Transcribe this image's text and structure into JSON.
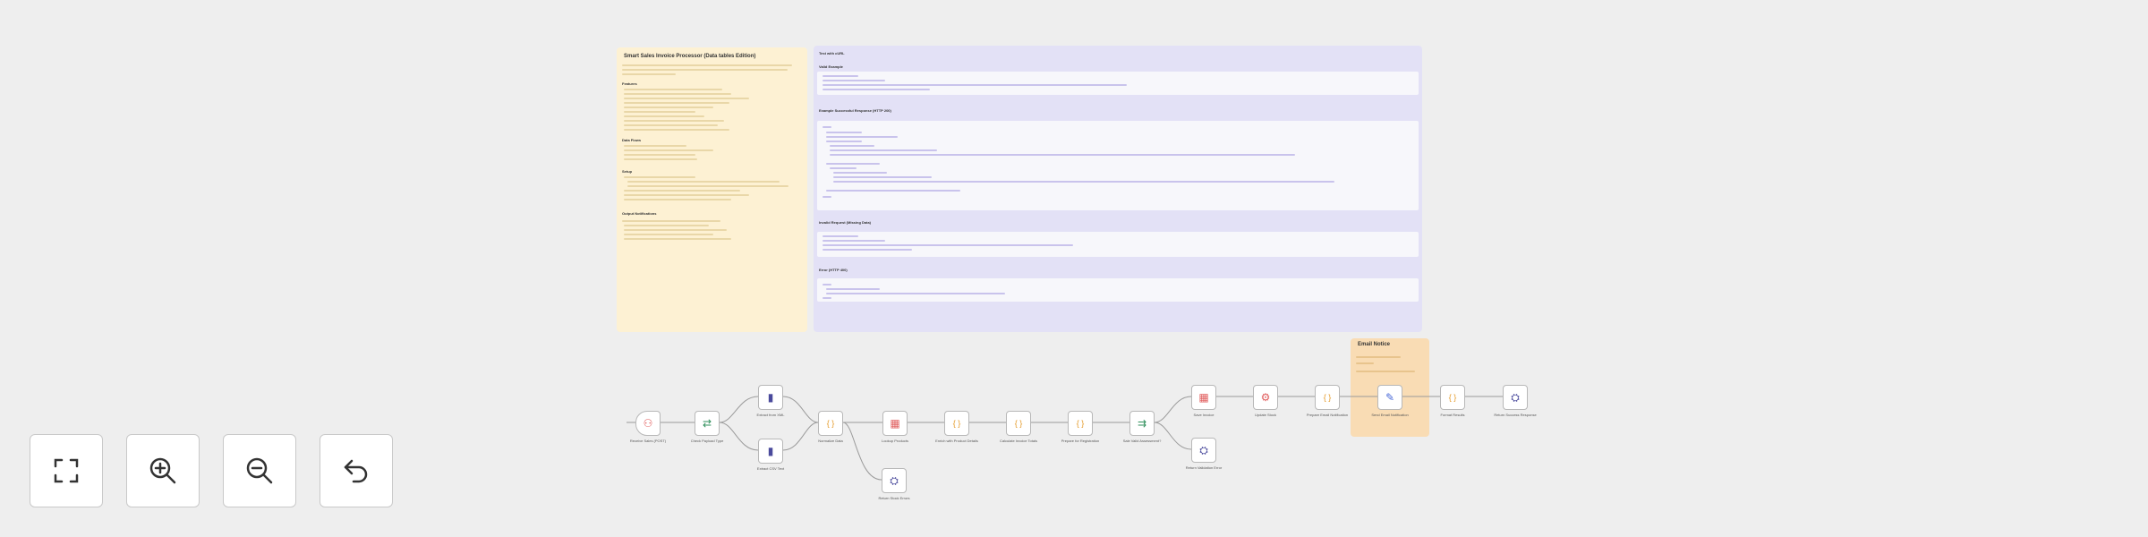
{
  "sticky_left": {
    "title": "Smart Sales Invoice Processor (Data tables Edition)",
    "features_heading": "Features",
    "flow_heading": "Data Flows",
    "setup_heading": "Setup",
    "notify_heading": "Output Notifications"
  },
  "sticky_right": {
    "test_heading": "Test with cURL",
    "valid_heading": "Valid Example",
    "response_heading": "Example Successful Response (HTTP 200)",
    "invalid_heading": "Invalid Request (Missing Data)",
    "error_heading": "Error (HTTP 400)"
  },
  "sticky_email": {
    "title": "Email Notice"
  },
  "nodes": [
    {
      "name": "Receive Sales (POST)",
      "icon": "webhook-icon",
      "glyph": "⚇",
      "color": "#e05b5b"
    },
    {
      "name": "Check Payload Type",
      "icon": "switch-icon",
      "glyph": "⇄",
      "color": "#2f8f5b"
    },
    {
      "name": "Extract from XML",
      "icon": "file-icon",
      "glyph": "▮",
      "color": "#4a4a9c"
    },
    {
      "name": "Extract CSV Text",
      "icon": "file-icon",
      "glyph": "▮",
      "color": "#4a4a9c"
    },
    {
      "name": "Normalize Data",
      "icon": "code-icon",
      "glyph": "{ }",
      "color": "#e59b2b"
    },
    {
      "name": "Lookup Products",
      "icon": "table-icon",
      "glyph": "▦",
      "color": "#e05b5b"
    },
    {
      "name": "Enrich with Product Details",
      "icon": "code-icon",
      "glyph": "{ }",
      "color": "#e59b2b"
    },
    {
      "name": "Calculate Invoice Totals",
      "icon": "code-icon",
      "glyph": "{ }",
      "color": "#e59b2b"
    },
    {
      "name": "Prepare for Registration",
      "icon": "code-icon",
      "glyph": "{ }",
      "color": "#e59b2b"
    },
    {
      "name": "Sale Valid Assessment?",
      "icon": "if-icon",
      "glyph": "⇉",
      "color": "#2f8f5b"
    },
    {
      "name": "Save Invoice",
      "icon": "table-icon",
      "glyph": "▦",
      "color": "#e05b5b"
    },
    {
      "name": "Update Stock",
      "icon": "gear-icon",
      "glyph": "⚙",
      "color": "#e05b5b"
    },
    {
      "name": "Prepare Email Notification",
      "icon": "code-icon",
      "glyph": "{ }",
      "color": "#e59b2b"
    },
    {
      "name": "Send Email Notification",
      "icon": "pencil-icon",
      "glyph": "✎",
      "color": "#4a6ad8"
    },
    {
      "name": "Format Results",
      "icon": "code-icon",
      "glyph": "{ }",
      "color": "#e59b2b"
    },
    {
      "name": "Return Success Response",
      "icon": "respond-icon",
      "glyph": "⛭",
      "color": "#4a4a9c"
    },
    {
      "name": "Return Validation Error",
      "icon": "respond-icon",
      "glyph": "⛭",
      "color": "#4a4a9c"
    },
    {
      "name": "Return Stock Errors",
      "icon": "respond-icon",
      "glyph": "⛭",
      "color": "#4a4a9c"
    }
  ],
  "controls": [
    {
      "name": "fit-view-button",
      "icon": "fit-view-icon"
    },
    {
      "name": "zoom-in-button",
      "icon": "zoom-in-icon"
    },
    {
      "name": "zoom-out-button",
      "icon": "zoom-out-icon"
    },
    {
      "name": "reset-zoom-button",
      "icon": "undo-icon"
    }
  ]
}
